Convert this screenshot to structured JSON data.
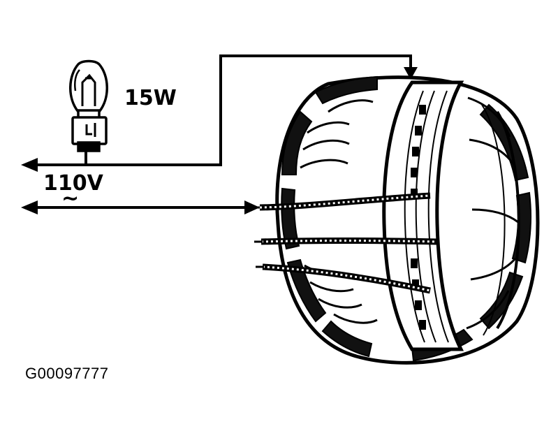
{
  "diagram": {
    "lamp_rating": "15W",
    "voltage": "110V",
    "symbol": "~",
    "figure_id": "G00097777"
  }
}
